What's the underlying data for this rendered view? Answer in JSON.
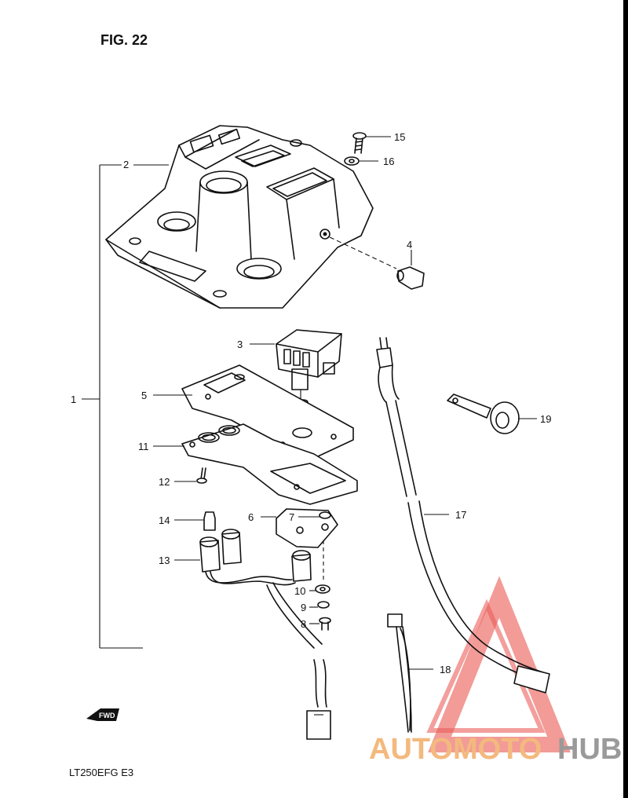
{
  "figure_title": "FIG. 22",
  "model_code": "LT250EFG  E3",
  "fwd_badge": "FWD",
  "watermark": {
    "part1": "AUTOMOTO",
    "part2": "HUB",
    "accent_color": "#e8423e",
    "accent_light": "#f3b97e"
  },
  "callouts": {
    "c1": "1",
    "c2": "2",
    "c3": "3",
    "c4": "4",
    "c5": "5",
    "c6": "6",
    "c7": "7",
    "c8": "8",
    "c9": "9",
    "c10": "10",
    "c11": "11",
    "c12": "12",
    "c13": "13",
    "c14": "14",
    "c15": "15",
    "c16": "16",
    "c17": "17",
    "c18": "18",
    "c19": "19"
  }
}
